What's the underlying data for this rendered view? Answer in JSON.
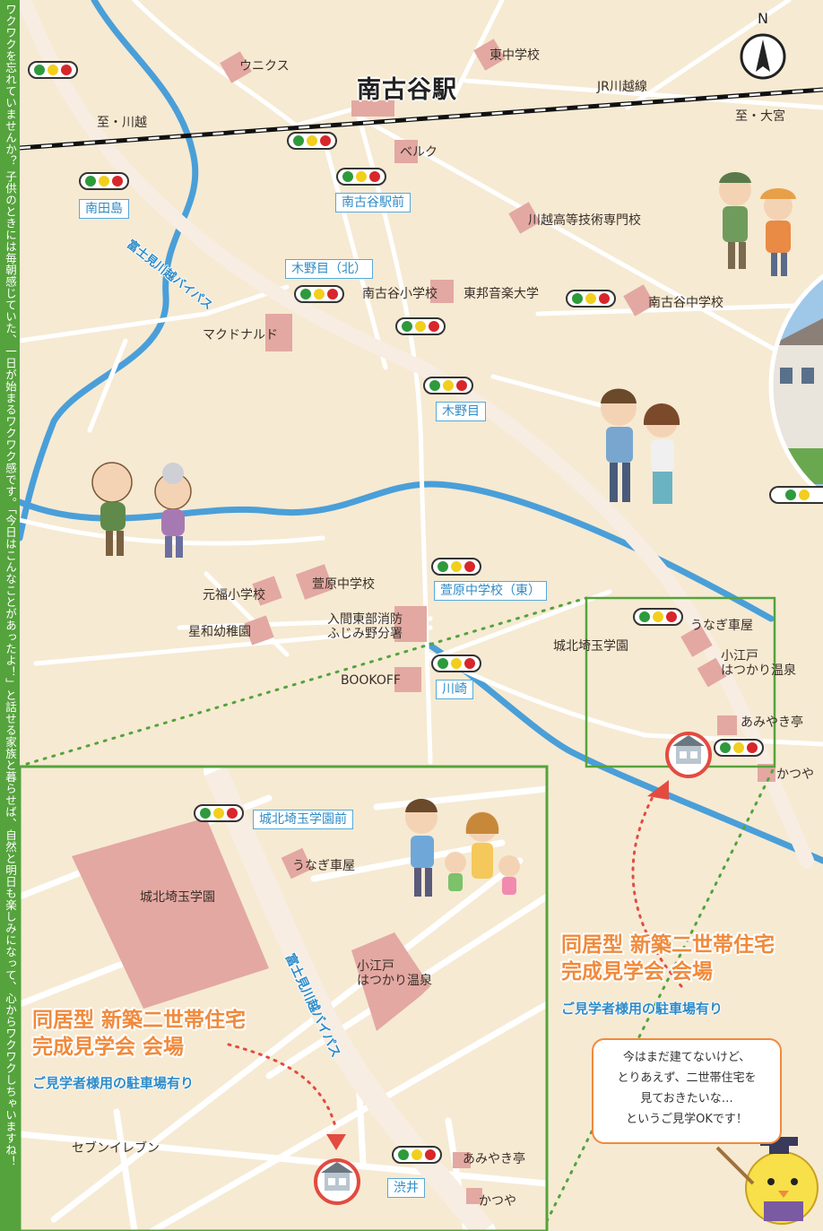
{
  "sidebar_text": "ワクワクを忘れていませんか？ 子供のときには毎朝感じていた、一日が始まるワクワク感です。「今日はこんなことがあったよ！」と話せる家族と暮らせば、自然と明日も楽しみになって、心からワクワクしちゃいますね！",
  "compass": {
    "label": "N"
  },
  "station": "南古谷駅",
  "rail": {
    "name": "JR川越線",
    "to_left": "至・川越",
    "to_right": "至・大宮"
  },
  "intersections": [
    "南田島",
    "南古谷駅前",
    "木野目（北）",
    "木野目",
    "萱原中学校（東）",
    "川崎"
  ],
  "inset_intersections": [
    "城北埼玉学園前",
    "渋井"
  ],
  "landmarks": [
    "ウニクス",
    "東中学校",
    "ベルク",
    "川越高等技術専門校",
    "南古谷小学校",
    "東邦音楽大学",
    "南古谷中学校",
    "マクドナルド",
    "元福小学校",
    "萱原中学校",
    "星和幼稚園",
    "入間東部消防\nふじみ野分署",
    "BOOKOFF",
    "城北埼玉学園",
    "うなぎ車屋",
    "小江戸\nはつかり温泉",
    "あみやき亭",
    "かつや"
  ],
  "inset_landmarks": [
    "城北埼玉学園",
    "うなぎ車屋",
    "小江戸\nはつかり温泉",
    "セブンイレブン",
    "あみやき亭",
    "かつや"
  ],
  "road_label": "富士見川越バイパス",
  "venue": {
    "title_line1": "同居型 新築二世帯住宅",
    "title_line2": "完成見学会 会場",
    "parking": "ご見学者様用の駐車場有り"
  },
  "bubble": [
    "今はまだ建てないけど、",
    "とりあえず、二世帯住宅を",
    "見ておきたいな…",
    "というご見学OKです！"
  ],
  "colors": {
    "paper": "#f6ead3",
    "road": "#ffffff",
    "river": "#4a9fd8",
    "building": "#e3a8a2",
    "accent": "#f08a3c",
    "green": "#55a33c",
    "blue": "#2e8bc7"
  },
  "icons": [
    "compass-icon",
    "traffic-signal-icon",
    "house-marker-icon",
    "arrow-down-icon"
  ]
}
